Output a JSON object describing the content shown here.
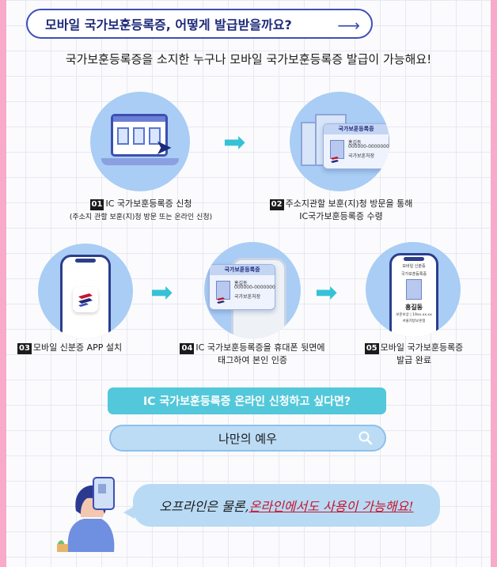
{
  "header": {
    "title": "모바일 국가보훈등록증, 어떻게 발급받을까요?",
    "subtitle": "국가보훈등록증을 소지한 누구나 모바일 국가보훈등록증 발급이 가능해요!"
  },
  "card_text": {
    "title": "국가보훈등록증",
    "name": "홍길동",
    "number": "000000-0000000",
    "issuer": "국가보훈처장"
  },
  "phone_card": {
    "app_title": "모바일 신분증",
    "card_title": "국가보훈등록증",
    "name": "홍길동",
    "detail": "보훈보상 | 19xx.xx.xx",
    "office": "서울지방보훈청"
  },
  "steps": [
    {
      "num": "01",
      "text": "IC 국가보훈등록증 신청",
      "sub": "(주소지 관할 보훈(지)청 방문 또는 온라인 신청)"
    },
    {
      "num": "02",
      "text": "주소지관할 보훈(지)청 방문을 통해",
      "sub": "IC국가보훈등록증 수령"
    },
    {
      "num": "03",
      "text": "모바일 신분증 APP 설치"
    },
    {
      "num": "04",
      "text": "IC 국가보훈등록증을 휴대폰 뒷면에",
      "sub": "태그하여 본인 인증"
    },
    {
      "num": "05",
      "text": "모바일 국가보훈등록증",
      "sub": "발급 완료"
    }
  ],
  "online": {
    "banner": "IC 국가보훈등록증 온라인 신청하고 싶다면?",
    "search_text": "나만의 예우"
  },
  "bubble": {
    "part1": "오프라인은 물론, ",
    "emphasis": "온라인에서도 사용이 가능해요!"
  },
  "colors": {
    "navy": "#1d2a7a",
    "accent_blue": "#3e4fb5",
    "circle": "#a9cdf5",
    "teal": "#53c8da",
    "pink_edge": "#f9a9c9",
    "red": "#c5162d"
  }
}
